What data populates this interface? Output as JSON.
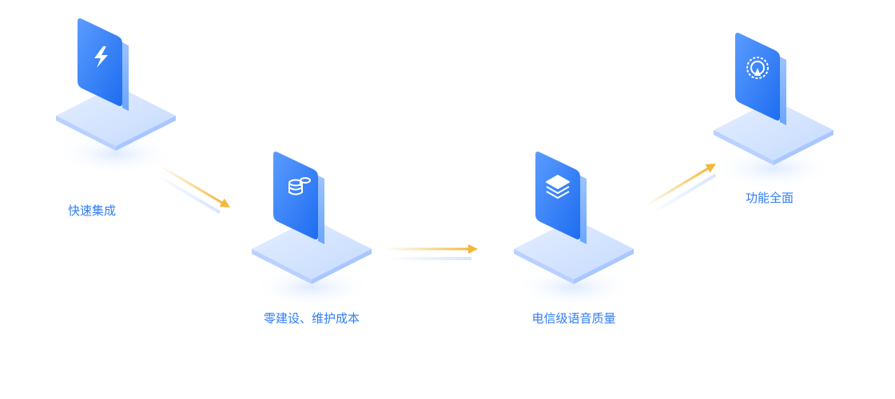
{
  "colors": {
    "label": "#2f7df6",
    "arrow": "#f5b73b",
    "platform_top": "#cfe0ff",
    "tile_face": "#2f7df6"
  },
  "steps": [
    {
      "label": "快速集成",
      "icon": "lightning-icon"
    },
    {
      "label": "零建设、维护成本",
      "icon": "coin-stack-icon"
    },
    {
      "label": "电信级语音质量",
      "icon": "layers-icon"
    },
    {
      "label": "功能全面",
      "icon": "gauge-icon"
    }
  ]
}
